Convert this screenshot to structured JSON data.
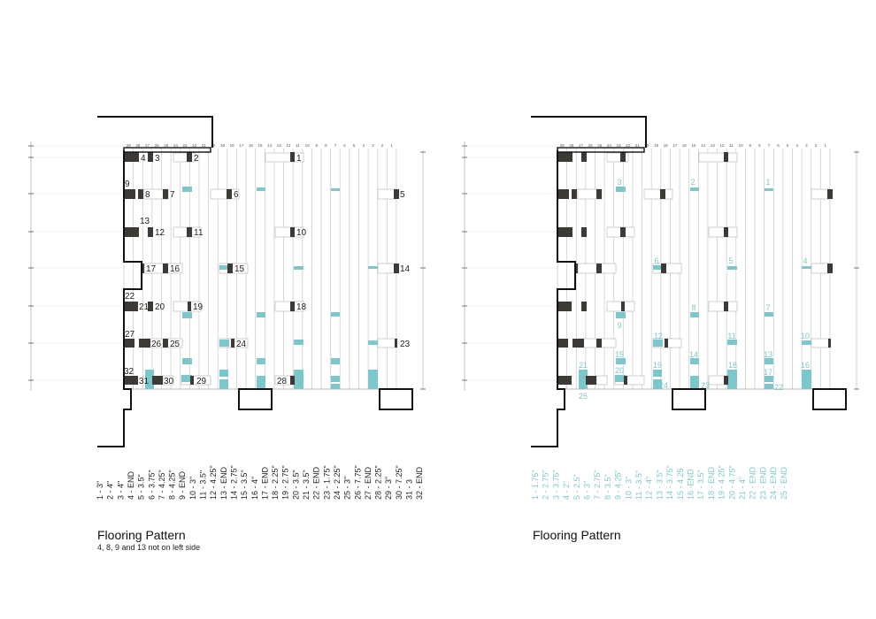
{
  "colors": {
    "dark": "#3d3935",
    "cyan": "#7cc7cc",
    "grid": "#cfcfcf",
    "wall": "#111111"
  },
  "column_headers": [
    "29",
    "28",
    "27",
    "26",
    "25",
    "24",
    "23",
    "22",
    "21",
    "20",
    "19",
    "18",
    "17",
    "16",
    "15",
    "14",
    "13",
    "12",
    "11",
    "10",
    "9",
    "8",
    "7",
    "6",
    "5",
    "4",
    "3",
    "2",
    "1"
  ],
  "left": {
    "title": "Flooring Pattern",
    "note": "4, 8, 9 and 13 not on left side",
    "markers": [
      "1",
      "2",
      "3",
      "4",
      "5",
      "6",
      "7",
      "8",
      "9",
      "10",
      "11",
      "12",
      "13",
      "14",
      "15",
      "16",
      "17",
      "18",
      "19",
      "20",
      "21",
      "22",
      "23",
      "24",
      "25",
      "26",
      "27",
      "28",
      "29",
      "30",
      "31",
      "32"
    ],
    "list": [
      "1 - 3\"",
      "2 - 4\"",
      "3 - 4\"",
      "4 - END",
      "5 - 3.5\"",
      "6 - 3.75\"",
      "7 - 4.25\"",
      "8 - 4.25\"",
      "9 - END",
      "10 - 3\"",
      "11 - 3.5\"",
      "12 - 4.25\"",
      "13 - END",
      "14 - 2.75\"",
      "15 - 3.5\"",
      "16 - 4\"",
      "17 - END",
      "18 - 2.25\"",
      "19 - 2.75\"",
      "20 - 3.5\"",
      "21 - 3.5\"",
      "22 - END",
      "23 - 1.75\"",
      "24 - 2.25\"",
      "25 - 3\"",
      "26 - 7.75\"",
      "27 - END",
      "28 - 2.25\"",
      "29 - 3\"",
      "30 - 7.25\"",
      "31 - 3",
      "32 - END"
    ]
  },
  "right": {
    "title": "Flooring Pattern",
    "markers": [
      "1",
      "2",
      "3",
      "4",
      "5",
      "6",
      "7",
      "8",
      "9",
      "10",
      "11",
      "12",
      "13",
      "14",
      "15",
      "16",
      "17",
      "18",
      "19",
      "20",
      "21",
      "22",
      "23",
      "24",
      "25"
    ],
    "list": [
      "1 - 1.75\"",
      "2 - 2.75\"",
      "3 - 3.75\"",
      "4 - 2\"",
      "5 - 2.5\"",
      "6 - 3\"",
      "7 - 2.75\"",
      "8 - 3.5\"",
      "9 - 4.25\"",
      "10 - 3\"",
      "11 - 3.5\"",
      "12 - 4\"",
      "13 - 3.5\"",
      "14 - 3.75\"",
      "15 - 4.25",
      "16 -END",
      "17 - 3.5\"",
      "18 - END",
      "19 - 4.25\"",
      "20 - 4.75\"",
      "21 - 4\"",
      "22 - END",
      "23 - END",
      "24 - END",
      "25 - END"
    ]
  }
}
